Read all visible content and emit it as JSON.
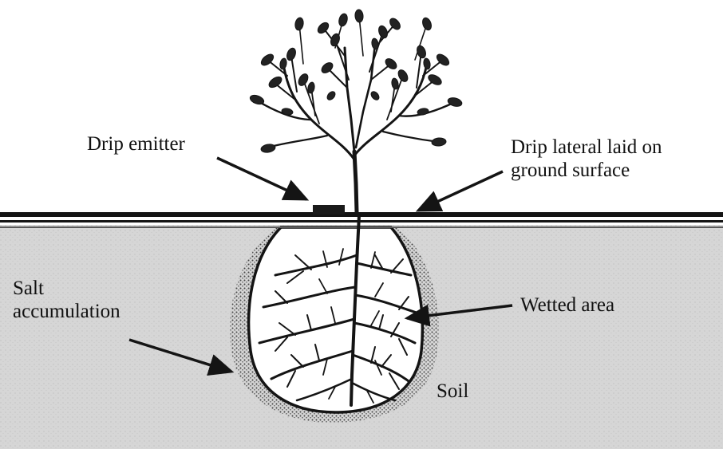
{
  "labels": {
    "drip_emitter": "Drip emitter",
    "drip_lateral_line1": "Drip lateral laid on",
    "drip_lateral_line2": "ground surface",
    "salt_line1": "Salt",
    "salt_line2": "accumulation",
    "wetted_area": "Wetted area",
    "soil": "Soil"
  },
  "colors": {
    "soil": "#d4d4d4",
    "ink": "#141414",
    "wetted": "#ffffff",
    "salt_dots": "#2a2a2a"
  }
}
